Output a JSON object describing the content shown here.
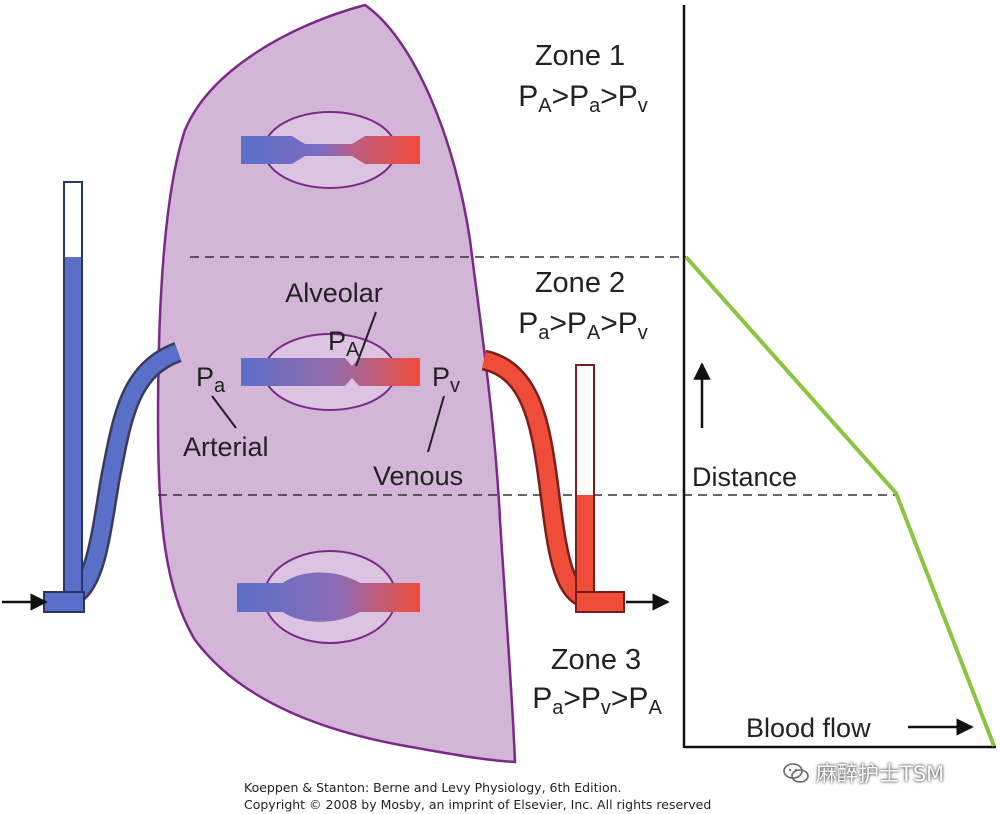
{
  "zones": [
    {
      "name": "Zone 1",
      "p1": "P",
      "s1": "A",
      "p2": "P",
      "s2": "a",
      "p3": "P",
      "s3": "v",
      "op": ">"
    },
    {
      "name": "Zone 2",
      "p1": "P",
      "s1": "a",
      "p2": "P",
      "s2": "A",
      "p3": "P",
      "s3": "v",
      "op": ">"
    },
    {
      "name": "Zone 3",
      "p1": "P",
      "s1": "a",
      "p2": "P",
      "s2": "v",
      "p3": "P",
      "s3": "A",
      "op": ">"
    }
  ],
  "labels": {
    "alveolar": "Alveolar",
    "alveolar_p": "P",
    "alveolar_sub": "A",
    "arterial": "Arterial",
    "arterial_p": "P",
    "arterial_sub": "a",
    "venous": "Venous",
    "venous_p": "P",
    "venous_sub": "v",
    "distance": "Distance",
    "blood_flow": "Blood flow"
  },
  "credit": {
    "line1": "Koeppen & Stanton: Berne and Levy Physiology, 6th Edition.",
    "line2": "Copyright © 2008 by Mosby, an imprint of Elsevier, Inc. All rights reserved"
  },
  "watermark": {
    "text": "麻醉护士TSM",
    "icon": "wechat-icon"
  },
  "colors": {
    "lung_fill": "#d3b5d8",
    "lung_stroke": "#7a2a86",
    "arterial_blue": "#5a6fc8",
    "venous_red": "#ef4d3a",
    "curve_green": "#8bc43f"
  }
}
